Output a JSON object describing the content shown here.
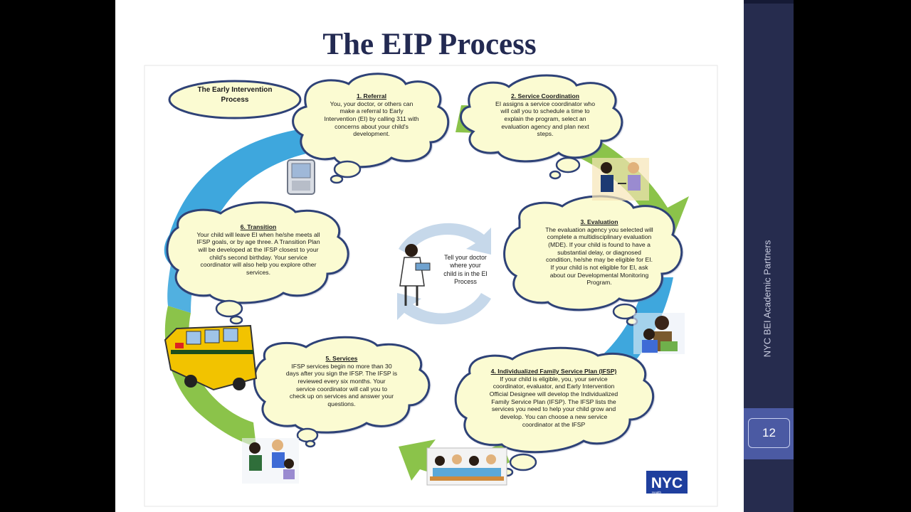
{
  "slide_title": "The EIP Process",
  "sidebar_footer": "NYC BEI Academic Partners",
  "page_number": "12",
  "diagram": {
    "header_label_line1": "The Early Intervention",
    "header_label_line2": "Process",
    "center_text": [
      "Tell your doctor",
      "where your",
      "child is in the EI",
      "Process"
    ],
    "steps": [
      {
        "title": "1. Referral",
        "lines": [
          "You, your doctor, or others can",
          "make a referral to Early",
          "Intervention (EI) by calling 311 with",
          "concerns about your child's",
          "development."
        ]
      },
      {
        "title": "2. Service Coordination",
        "lines": [
          "EI assigns a service coordinator who",
          "will call you to schedule a time to",
          "explain the program, select an",
          "evaluation agency and plan next",
          "steps."
        ]
      },
      {
        "title": "3. Evaluation",
        "lines": [
          "The evaluation agency you selected will",
          "complete a multidisciplinary evaluation",
          "(MDE). If your child is found to have a",
          "substantial delay, or diagnosed",
          "condition, he/she may be eligible for EI.",
          "If your child is not eligible for EI, ask",
          "about our Developmental Monitoring",
          "Program."
        ]
      },
      {
        "title": "4. Individualized Family Service Plan (IFSP)",
        "lines": [
          "If your child is eligible, you, your service",
          "coordinator, evaluator, and Early Intervention",
          "Official Designee will develop the Individualized",
          "Family Service Plan (IFSP). The IFSP lists the",
          "services you need to help your child grow and",
          "develop. You can choose a new service",
          "coordinator at the IFSP"
        ]
      },
      {
        "title": "5. Services",
        "lines": [
          "IFSP services begin no more than 30",
          "days after you sign the IFSP. The IFSP is",
          "reviewed every six months. Your",
          "service coordinator will call you to",
          "check up on services and answer your",
          "questions."
        ]
      },
      {
        "title": "6. Transition",
        "lines": [
          "Your child will leave EI when he/she meets all",
          "IFSP goals, or by age three. A Transition Plan",
          "will be developed at the IFSP closest to your",
          "child's second birthday. Your service",
          "coordinator will also help you explore other",
          "services."
        ]
      }
    ],
    "logo_text": "NYC",
    "logo_subtext": "Health",
    "colors": {
      "bubble_fill": "#fbfbd2",
      "bubble_stroke": "#2f4277",
      "arrow_blue": "#3ea7dd",
      "arrow_green": "#8bc34a",
      "center_arrow": "#c6d8ea",
      "title_color": "#232a52"
    }
  }
}
